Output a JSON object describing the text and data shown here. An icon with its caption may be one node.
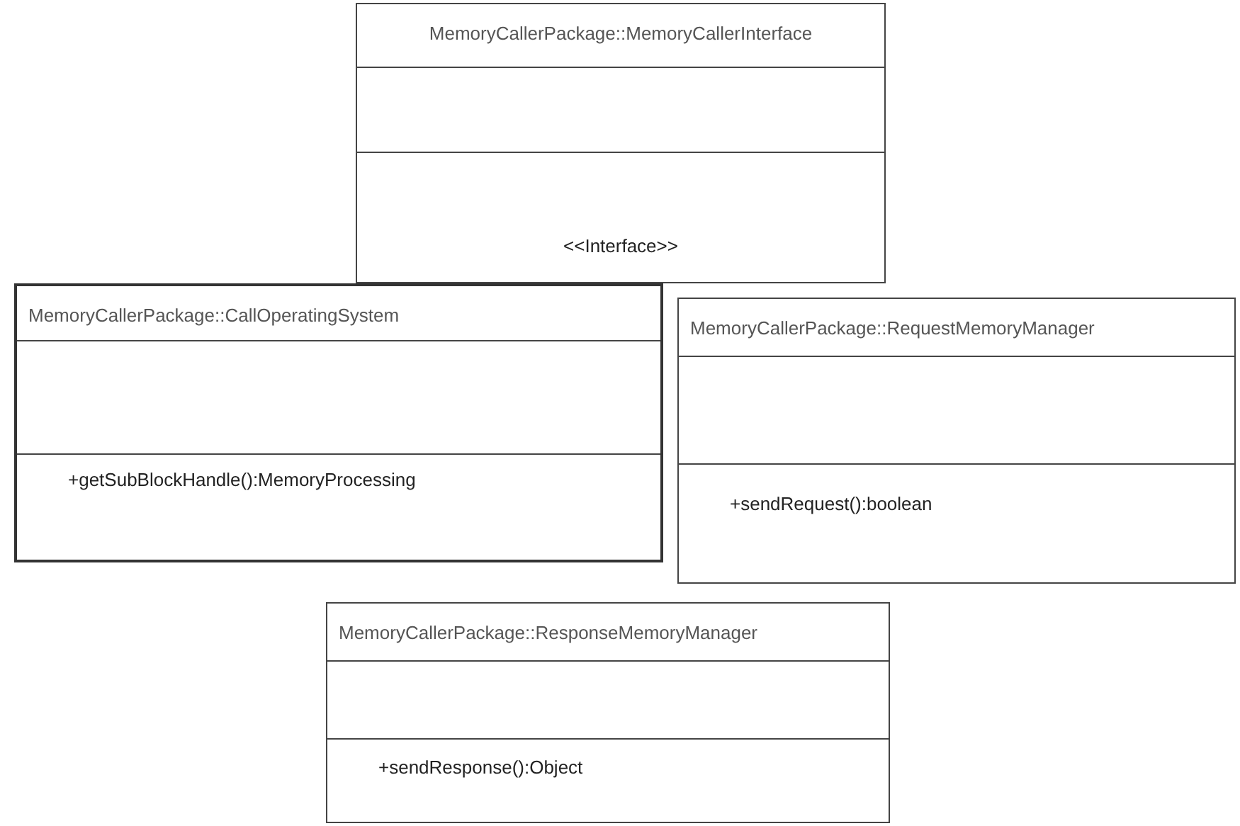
{
  "diagram": {
    "nodes": [
      {
        "text": [
          "MemoryCallerPackage::MemoryCallerInterface",
          "<<Interface>>"
        ]
      },
      {
        "text": [
          "MemoryCallerPackage::CallOperatingSystem",
          "+getSubBlockHandle():MemoryProcessing"
        ]
      },
      {
        "text": [
          "MemoryCallerPackage::RequestMemoryManager",
          "+sendRequest():boolean"
        ]
      },
      {
        "text": [
          "MemoryCallerPackage::ResponseMemoryManager",
          "+sendResponse():Object"
        ]
      }
    ]
  }
}
